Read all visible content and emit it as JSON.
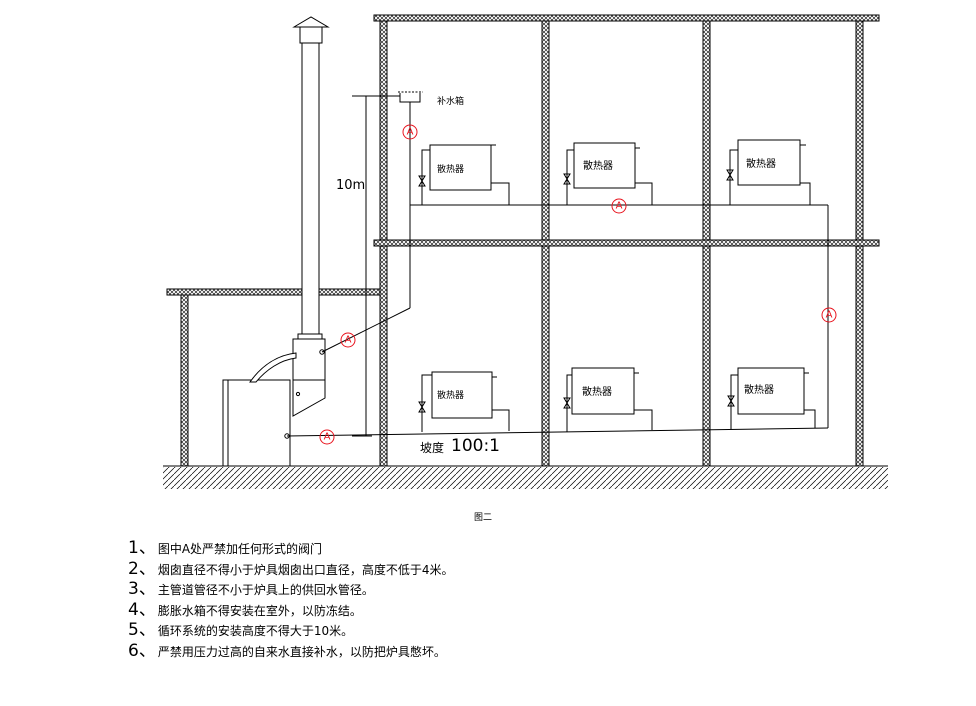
{
  "labels": {
    "makeup_tank": "补水箱",
    "height": "10m",
    "slope": "坡度",
    "slope_ratio": "100:1",
    "figure_caption": "图二",
    "valve_mark": "A"
  },
  "radiators": [
    {
      "label": "散热器"
    },
    {
      "label": "散热器"
    },
    {
      "label": "散热器"
    },
    {
      "label": "散热器"
    },
    {
      "label": "散热器"
    },
    {
      "label": "散热器"
    }
  ],
  "notes": [
    {
      "num": "1、",
      "text": "图中A处严禁加任何形式的阀门"
    },
    {
      "num": "2、",
      "text": "烟囱直径不得小于炉具烟囱出口直径，高度不低于4米。"
    },
    {
      "num": "3、",
      "text": "主管道管径不小于炉具上的供回水管径。"
    },
    {
      "num": "4、",
      "text": "膨胀水箱不得安装在室外，以防冻结。"
    },
    {
      "num": "5、",
      "text": "循环系统的安装高度不得大于10米。"
    },
    {
      "num": "6、",
      "text": "严禁用压力过高的自来水直接补水，以防把炉具憋坏。"
    }
  ],
  "colors": {
    "line": "#000000",
    "annotation": "#e8141e"
  }
}
